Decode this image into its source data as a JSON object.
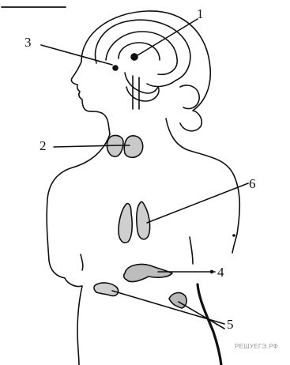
{
  "labels": {
    "n1": "1",
    "n2": "2",
    "n3": "3",
    "n4": "4",
    "n5": "5",
    "n6": "6"
  },
  "watermark": "РЕШУЕГЭ.РФ",
  "colors": {
    "ink": "#111111",
    "watermark": "#9a9a9a"
  }
}
